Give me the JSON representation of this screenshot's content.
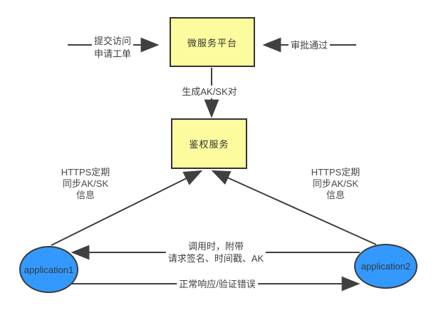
{
  "diagram": {
    "title": "AK/SK authentication flow diagram",
    "colors": {
      "background": "#ffffff",
      "service_box_fill": "#fcfc9e",
      "service_box_border": "#333333",
      "application_fill": "#3399fe",
      "line": "#404040",
      "text": "#404040"
    },
    "nodes": {
      "platform": {
        "label": "微服务平台"
      },
      "auth": {
        "label": "鉴权服务"
      },
      "app1": {
        "label": "application1"
      },
      "app2": {
        "label": "application2"
      }
    },
    "edges": {
      "submit": {
        "line1": "提交访问",
        "line2": "申请工单"
      },
      "approve": {
        "label": "审批通过"
      },
      "generate": {
        "label": "生成AK/SK对"
      },
      "sync_left": {
        "line1": "HTTPS定期",
        "line2": "同步AK/SK",
        "line3": "信息"
      },
      "sync_right": {
        "line1": "HTTPS定期",
        "line2": "同步AK/SK",
        "line3": "信息"
      },
      "call": {
        "line1": "调用时，附带",
        "line2": "请求签名、时间戳、AK"
      },
      "response": {
        "label": "正常响应/验证错误"
      }
    }
  }
}
